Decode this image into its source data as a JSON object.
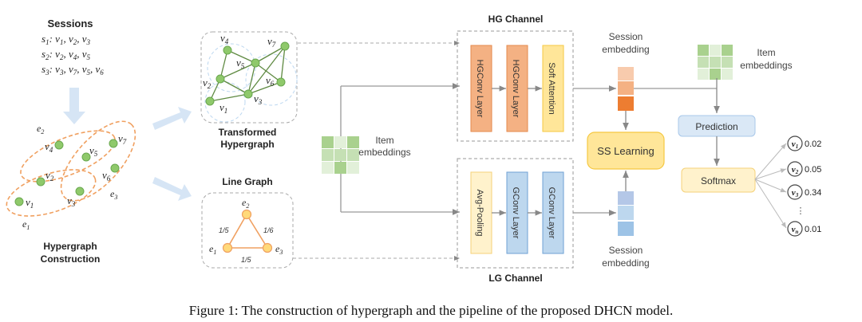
{
  "sessions": {
    "title": "Sessions",
    "lines": [
      {
        "s": "s",
        "sub": "1",
        "items": [
          [
            "v",
            "1"
          ],
          [
            "v",
            "2"
          ],
          [
            "v",
            "3"
          ]
        ]
      },
      {
        "s": "s",
        "sub": "2",
        "items": [
          [
            "v",
            "2"
          ],
          [
            "v",
            "4"
          ],
          [
            "v",
            "5"
          ]
        ]
      },
      {
        "s": "s",
        "sub": "3",
        "items": [
          [
            "v",
            "3"
          ],
          [
            "v",
            "7"
          ],
          [
            "v",
            "5"
          ],
          [
            "v",
            "6"
          ]
        ]
      }
    ]
  },
  "hypergraph": {
    "title_line1": "Hypergraph",
    "title_line2": "Construction",
    "nodes": [
      "v1",
      "v2",
      "v3",
      "v4",
      "v5",
      "v6",
      "v7"
    ],
    "edges": [
      "e1",
      "e2",
      "e3"
    ]
  },
  "transformed": {
    "title_line1": "Transformed",
    "title_line2": "Hypergraph"
  },
  "line_graph": {
    "title": "Line Graph",
    "weights": {
      "e1_e2": "1/5",
      "e2_e3": "1/6",
      "e1_e3": "1/5"
    }
  },
  "item_embeddings_left": {
    "line1": "Item",
    "line2": "embeddings"
  },
  "hg_channel": {
    "title": "HG Channel",
    "layers": [
      "HGConv Layer",
      "HGConv Layer",
      "Soft Attention"
    ]
  },
  "lg_channel": {
    "title": "LG Channel",
    "layers": [
      "Avg-Pooling",
      "GConv Layer",
      "GConv Layer"
    ]
  },
  "session_embedding_top": {
    "line1": "Session",
    "line2": "embedding"
  },
  "session_embedding_bottom": {
    "line1": "Session",
    "line2": "embedding"
  },
  "ss_learning": "SS Learning",
  "item_embeddings_right": {
    "line1": "Item",
    "line2": "embeddings"
  },
  "prediction": "Prediction",
  "softmax": "Softmax",
  "outputs": [
    {
      "node": "v",
      "sub": "1",
      "prob": "0.02"
    },
    {
      "node": "v",
      "sub": "2",
      "prob": "0.05"
    },
    {
      "node": "v",
      "sub": "3",
      "prob": "0.34"
    },
    {
      "node": "v",
      "sub": "n",
      "prob": "0.01"
    }
  ],
  "ellipsis": "⋮",
  "caption": "Figure 1: The construction of hypergraph and the pipeline of the proposed DHCN model.",
  "colors": {
    "node_green": "#8fc96b",
    "node_stroke": "#6aa84f",
    "hyperedge_orange": "#f0a060",
    "orange_layer": "#f4b183",
    "yellow_box": "#ffe699",
    "blue_layer": "#bdd7ee",
    "arrow_blue": "#d6e5f5"
  }
}
